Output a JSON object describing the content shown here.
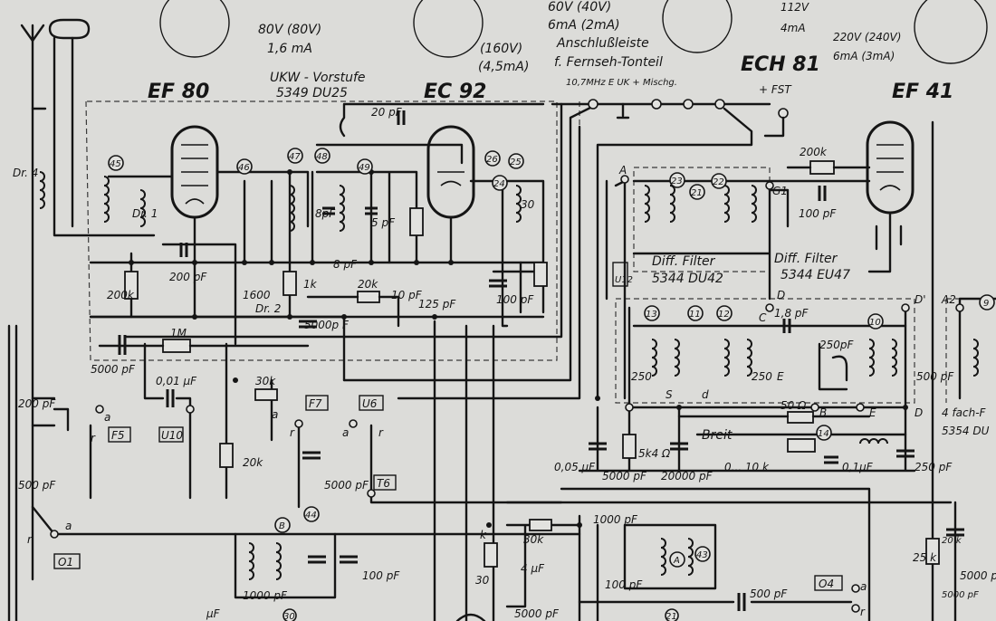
{
  "tubes": [
    {
      "id": "ef80",
      "label": "EF 80"
    },
    {
      "id": "ec92",
      "label": "EC 92"
    },
    {
      "id": "ech81",
      "label": "ECH 81"
    },
    {
      "id": "ef41",
      "label": "EF 41"
    }
  ],
  "titles": {
    "vorstufe_line1": "UKW - Vorstufe",
    "vorstufe_line2": "5349 DU25",
    "fst": "+ FST",
    "anschluss_v": "60V (40V)",
    "anschluss_ma": "6mA (2mA)",
    "anschluss_1": "Anschlußleiste",
    "anschluss_2": "f. Fernseh-Tonteil",
    "anschluss_terms": "10,7MHz  E    UK    +   Mischg.",
    "ef80_v": "80V (80V)",
    "ef80_ma": "1,6 mA",
    "ec92_v": "(160V)",
    "ec92_ma": "(4,5mA)",
    "ech_v": "112V",
    "ech_ma": "4mA",
    "ef41_v": "220V (240V)",
    "ef41_ma": "6mA (3mA)",
    "diff1_a": "Diff. Filter",
    "diff1_b": "5344 DU42",
    "diff2_a": "Diff. Filter",
    "diff2_b": "5344 EU47",
    "vierfach_a": "4 fach-F",
    "vierfach_b": "5354 DU",
    "breit": "Breit",
    "range": "0... 10 k"
  },
  "components": {
    "c_20pf": "20 pF",
    "c_200pf": "200 pF",
    "c_5000pf_a": "5000 pF",
    "c_5000pf_b": "5000p F",
    "r_1m": "1M",
    "c_001uf": "0,01 µF",
    "r_30k": "30k",
    "r_20k_a": "20k",
    "r_20k_b": "20k",
    "r_200k_a": "200k",
    "r_200k_b": "200k",
    "r_1k": "1k",
    "c_8pf": "8pF",
    "c_8pf_b": "8 pF",
    "c_5pf": "5 pF",
    "c_10pf": "10 pF",
    "c_125pf": "125 pF",
    "c_100pf_a": "100 pF",
    "c_100pf_b": "100 pF",
    "c_30": "30",
    "c_1600": "1600",
    "c_200pf_side": "200 pF",
    "c_500pf": "500 pF",
    "c_5000pf_v": "5000 pF",
    "c_250pf_a": "250",
    "c_250pf_b": "250",
    "c_250pf_c": "250pF",
    "c_500pf_r": "500 pF",
    "c_18pf": "1,8 pF",
    "r_50": "50 Ω",
    "r_5k4": "5k4 Ω",
    "c_005uf": "0,05 µF",
    "c_5000pf_c": "5000 pF",
    "c_20000pf": "20000 pF",
    "c_01uf": "0,1µF",
    "c_250pf_d": "250 pF",
    "r_25k": "25 k",
    "c_5000pf_d": "5000 pF",
    "c_1000pf": "1000 pF",
    "c_1000pf_b": "1000 pF",
    "r_30k_b": "30k",
    "c_4uf": "4 µF",
    "c_100pf_c": "100 pF",
    "c_500pf_b": "500 pF",
    "c_5000pf_e": "5000 pF",
    "r_30": "30",
    "c_100pf_d": "100 pF",
    "r_20k_c": "20 k",
    "c_5000pf_f": "5000 pF",
    "c_uf_bottom": "µF",
    "dr1": "Dr. 1",
    "dr2": "Dr. 2",
    "dr4": "Dr. 4",
    "k": "k"
  },
  "switches": {
    "f5": "F5",
    "u10": "U10",
    "f7": "F7",
    "u6": "U6",
    "t6": "T6",
    "o1": "O1",
    "o4": "O4",
    "u12": "U12"
  },
  "terminals": [
    "A",
    "G1",
    "D'",
    "C",
    "D",
    "E",
    "S",
    "d",
    "B",
    "E",
    "A2",
    "D",
    "a",
    "r",
    "a",
    "r",
    "a",
    "r",
    "a",
    "r",
    "a",
    "r"
  ],
  "circles": [
    "45",
    "46",
    "47",
    "48",
    "49",
    "26",
    "25",
    "24",
    "23",
    "21",
    "22",
    "13",
    "11",
    "12",
    "10",
    "14",
    "9",
    "44",
    "43",
    "B",
    "A",
    "21",
    "30"
  ]
}
